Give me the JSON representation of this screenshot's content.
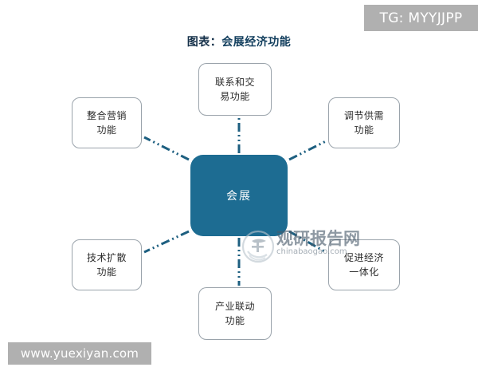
{
  "title": {
    "prefix": "图表：",
    "main": "会展经济功能"
  },
  "colors": {
    "center_fill": "#1d6c92",
    "center_text": "#ffffff",
    "node_border": "#9aa3ab",
    "node_fill": "#ffffff",
    "node_text": "#2b2b2b",
    "connector": "#1d5f80",
    "title_text": "#14405f",
    "watermark_band": "#b0b0b0",
    "background": "#ffffff"
  },
  "center": {
    "label": "会展"
  },
  "nodes": [
    {
      "id": "top",
      "label": "联系和交\n易功能"
    },
    {
      "id": "upper-left",
      "label": "整合营销\n功能"
    },
    {
      "id": "upper-right",
      "label": "调节供需\n功能"
    },
    {
      "id": "lower-left",
      "label": "技术扩散\n功能"
    },
    {
      "id": "lower-right",
      "label": "促进经济\n一体化"
    },
    {
      "id": "bottom",
      "label": "产业联动\n功能"
    }
  ],
  "watermarks": {
    "center_cn": "观研报告网",
    "center_en": "chinabaogao.com",
    "top_band": "TG: MYYJJPP",
    "bottom_band": "www.yuexiyan.com"
  },
  "chart_data": {
    "type": "diagram",
    "layout": "hub-and-spoke",
    "title": "图表：会展经济功能",
    "hub": "会展",
    "spokes": [
      "联系和交易功能",
      "调节供需功能",
      "促进经济一体化",
      "产业联动功能",
      "技术扩散功能",
      "整合营销功能"
    ],
    "edge_style": "dash-dot-dot",
    "edge_count": 6
  }
}
